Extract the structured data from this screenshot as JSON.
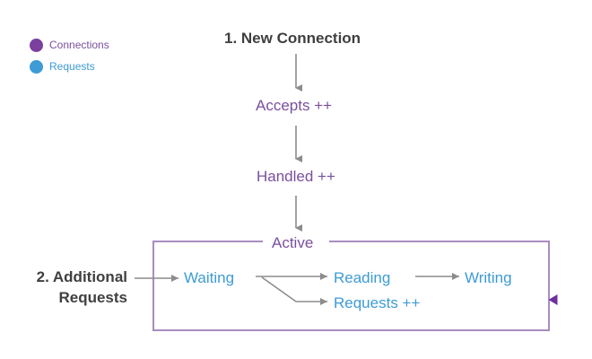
{
  "diagram": {
    "title": "nginx connection and request processing state diagram",
    "colors": {
      "connections": "#7b3f9e",
      "connections_text": "#7a4f9e",
      "requests": "#3d9bd5",
      "arrow_gray": "#8c8c8c",
      "dark_text": "#3f3f3f",
      "purple_line": "#a98cc0",
      "background": "#ffffff"
    },
    "legend": {
      "items": [
        {
          "label": "Connections",
          "color": "#7b3f9e",
          "icon": "circle-icon"
        },
        {
          "label": "Requests",
          "color": "#3d9bd5",
          "icon": "circle-icon"
        }
      ]
    },
    "steps": {
      "step1": "1. New Connection",
      "step2_line1": "2. Additional",
      "step2_line2": "Requests"
    },
    "nodes": {
      "accepts": "Accepts ++",
      "handled": "Handled ++",
      "active": "Active",
      "waiting": "Waiting",
      "reading": "Reading",
      "requests": "Requests ++",
      "writing": "Writing"
    }
  }
}
